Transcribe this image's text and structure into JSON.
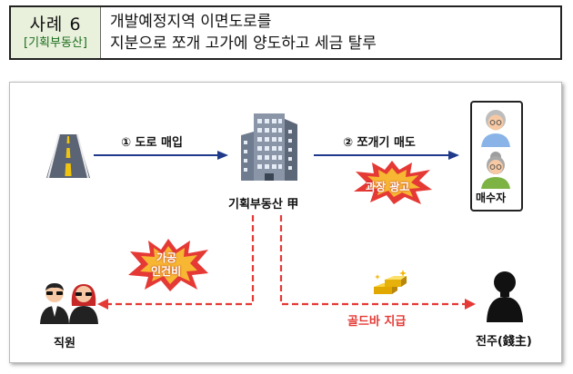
{
  "header": {
    "case_label": "사례 6",
    "case_tag": "[기획부동산]",
    "summary_line1": "개발예정지역 이면도로를",
    "summary_line2": "지분으로 쪼개 고가에 양도하고 세금 탈루"
  },
  "diagram": {
    "step1_label": "① 도로 매입",
    "step2_label": "② 쪼개기 매도",
    "company_label": "기획부동산 甲",
    "buyer_label": "매수자",
    "burst_ad_label": "과장 광고",
    "burst_fake_line1": "가공",
    "burst_fake_line2": "인건비",
    "employee_label": "직원",
    "gold_label": "골드바 지급",
    "owner_label": "전주(錢主)"
  },
  "colors": {
    "arrow_blue": "#1f3a8a",
    "arrow_red": "#e53935",
    "burst_outer": "#e53935",
    "burst_inner": "#f7b733",
    "header_fill": "#e9f1dd"
  }
}
